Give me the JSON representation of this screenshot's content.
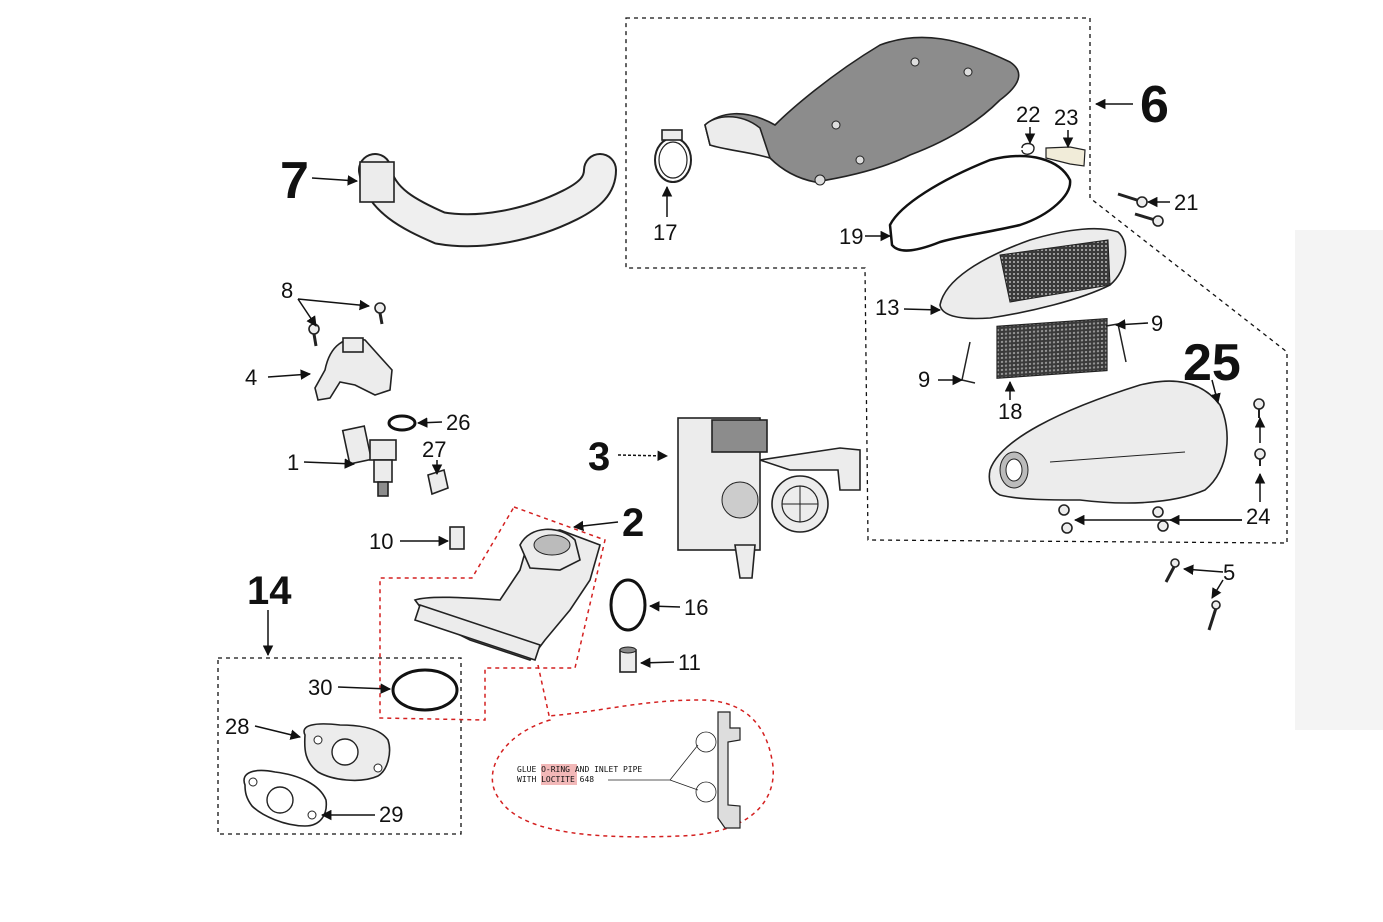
{
  "labels": {
    "l1": "1",
    "l2": "2",
    "l3": "3",
    "l4": "4",
    "l5": "5",
    "l6": "6",
    "l7": "7",
    "l8": "8",
    "l9a": "9",
    "l9b": "9",
    "l10": "10",
    "l11": "11",
    "l13": "13",
    "l14": "14",
    "l16": "16",
    "l17": "17",
    "l18": "18",
    "l19": "19",
    "l21": "21",
    "l22": "22",
    "l23": "23",
    "l24": "24",
    "l25": "25",
    "l26": "26",
    "l27": "27",
    "l28": "28",
    "l29": "29",
    "l30": "30"
  },
  "note": {
    "line1_a": "GLUE ",
    "line1_hl": "O-RING",
    "line1_b": " AND INLET PIPE",
    "line2_a": "WITH ",
    "line2_hl": "LOCTITE",
    "line2_b": " 648"
  },
  "colors": {
    "highlight": "#f2b8b8",
    "red_dash": "#d42020",
    "filter_mesh": "#2a2a2a"
  }
}
